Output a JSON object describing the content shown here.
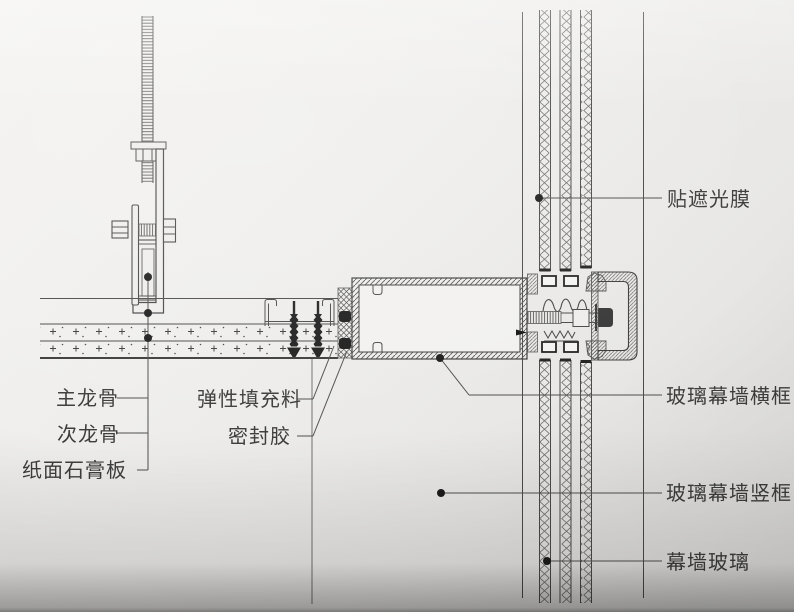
{
  "drawing_type": "curtain-wall-to-ceiling-connection-detail",
  "colors": {
    "paper": "#efeeec",
    "line": "#454545",
    "text": "#3d3d3d",
    "dark_fill": "#1f1f1f"
  },
  "labels": {
    "main_keel": "主龙骨",
    "secondary_keel": "次龙骨",
    "gypsum_board": "纸面石膏板",
    "elastic_filler": "弹性填充料",
    "sealant": "密封胶",
    "shading_film": "贴遮光膜",
    "cw_horizontal_frame": "玻璃幕墙横框",
    "cw_vertical_frame": "玻璃幕墙竖框",
    "cw_glass": "幕墙玻璃"
  }
}
